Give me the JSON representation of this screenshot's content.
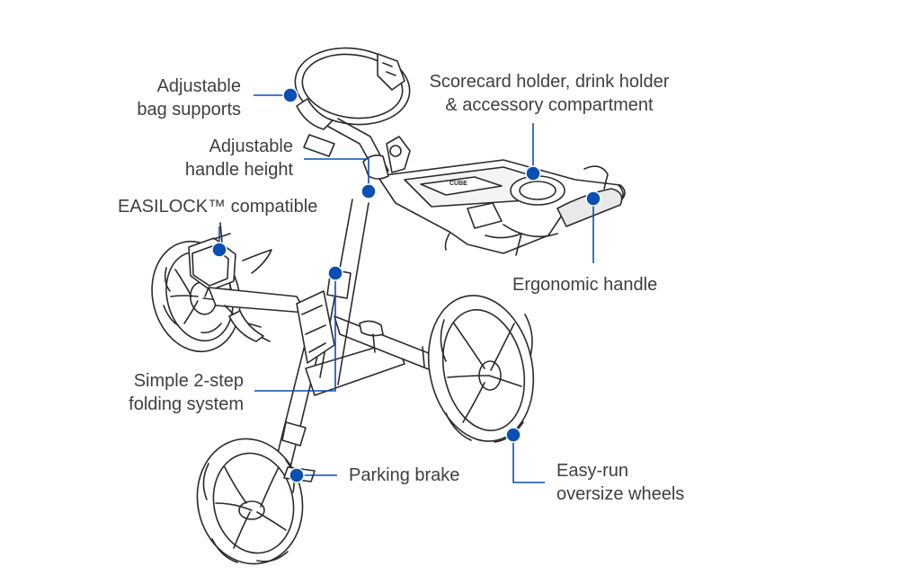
{
  "diagram": {
    "callouts": {
      "bag_supports": [
        "Adjustable",
        "bag supports"
      ],
      "handle_height": [
        "Adjustable",
        "handle height"
      ],
      "easilock": [
        "EASILOCK™ compatible"
      ],
      "folding": [
        "Simple 2-step",
        "folding system"
      ],
      "parking_brake": [
        "Parking brake"
      ],
      "scorecard": [
        "Scorecard holder, drink holder",
        "& accessory compartment"
      ],
      "ergonomic_handle": [
        "Ergonomic handle"
      ],
      "wheels": [
        "Easy-run",
        "oversize wheels"
      ]
    },
    "console_text": "CUBE"
  },
  "colors": {
    "marker": "#0a4fb3",
    "leader": "#0a4fb3",
    "line_art": "#2b2b2b",
    "text": "#3f3f3f",
    "fill": "#ffffff",
    "shade": "#e9e9e9"
  }
}
